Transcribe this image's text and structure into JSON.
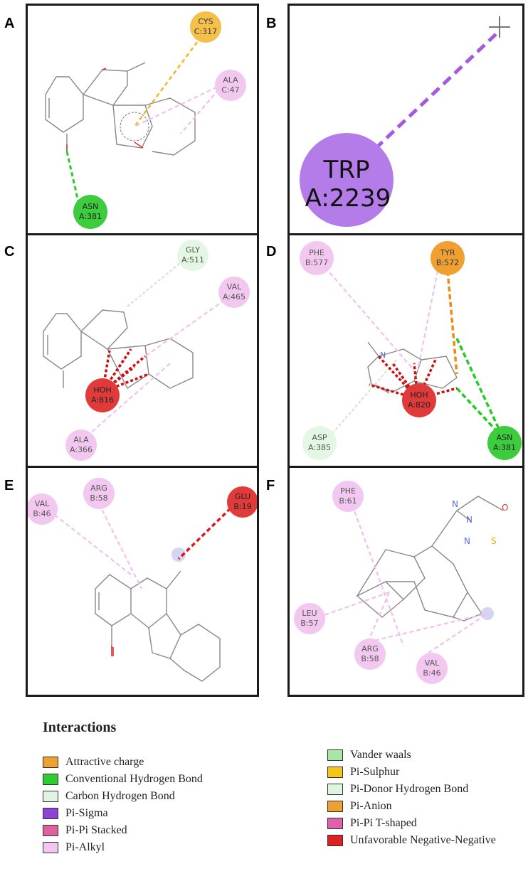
{
  "panels": [
    {
      "letter": "A",
      "residues": [
        {
          "name": "CYS",
          "chain": "C:317",
          "color": "#f5c04a"
        },
        {
          "name": "ALA",
          "chain": "C:47",
          "color": "#f2c8f0"
        },
        {
          "name": "ASN",
          "chain": "A:381",
          "color": "#3dcc3d"
        }
      ]
    },
    {
      "letter": "B",
      "residues": [
        {
          "name": "TRP",
          "chain": "A:2239",
          "color": "#b37ce8"
        }
      ]
    },
    {
      "letter": "C",
      "residues": [
        {
          "name": "GLY",
          "chain": "A:511",
          "color": "#e4f6e4"
        },
        {
          "name": "VAL",
          "chain": "A:465",
          "color": "#f2c8f0"
        },
        {
          "name": "HOH",
          "chain": "A:816",
          "color": "#e03a3a"
        },
        {
          "name": "ALA",
          "chain": "A:366",
          "color": "#f2c8f0"
        }
      ]
    },
    {
      "letter": "D",
      "residues": [
        {
          "name": "PHE",
          "chain": "B:577",
          "color": "#f2c8f0"
        },
        {
          "name": "TYR",
          "chain": "B:572",
          "color": "#f0a030"
        },
        {
          "name": "HOH",
          "chain": "A:820",
          "color": "#e03a3a"
        },
        {
          "name": "ASP",
          "chain": "A:385",
          "color": "#e4f6e4"
        },
        {
          "name": "ASN",
          "chain": "A:381",
          "color": "#3dcc3d"
        }
      ]
    },
    {
      "letter": "E",
      "residues": [
        {
          "name": "VAL",
          "chain": "B:46",
          "color": "#f2c8f0"
        },
        {
          "name": "ARG",
          "chain": "B:58",
          "color": "#f2c8f0"
        },
        {
          "name": "GLU",
          "chain": "B:19",
          "color": "#e03a3a"
        }
      ]
    },
    {
      "letter": "F",
      "residues": [
        {
          "name": "PHE",
          "chain": "B:61",
          "color": "#f2c8f0"
        },
        {
          "name": "LEU",
          "chain": "B:57",
          "color": "#f2c8f0"
        },
        {
          "name": "ARG",
          "chain": "B:58",
          "color": "#f2c8f0"
        },
        {
          "name": "VAL",
          "chain": "B:46",
          "color": "#f2c8f0"
        }
      ]
    }
  ],
  "legend": {
    "title": "Interactions",
    "left": [
      {
        "label": "Attractive charge",
        "color": "#f0a030"
      },
      {
        "label": "Conventional Hydrogen Bond",
        "color": "#2ecc2e"
      },
      {
        "label": "Carbon Hydrogen Bond",
        "color": "#dff5df"
      },
      {
        "label": "Pi-Sigma",
        "color": "#8e44d6"
      },
      {
        "label": "Pi-Pi Stacked",
        "color": "#e0609c"
      },
      {
        "label": "Pi-Alkyl",
        "color": "#f3c6ef"
      }
    ],
    "right": [
      {
        "label": "Vander waals",
        "color": "#a8e6a8"
      },
      {
        "label": "Pi-Sulphur",
        "color": "#f5c518"
      },
      {
        "label": "Pi-Donor Hydrogen Bond",
        "color": "#dff5df"
      },
      {
        "label": "Pi-Anion",
        "color": "#f0a030"
      },
      {
        "label": "Pi-Pi T-shaped",
        "color": "#e060b0"
      },
      {
        "label": "Unfavorable Negative-Negative",
        "color": "#e02020"
      }
    ]
  }
}
